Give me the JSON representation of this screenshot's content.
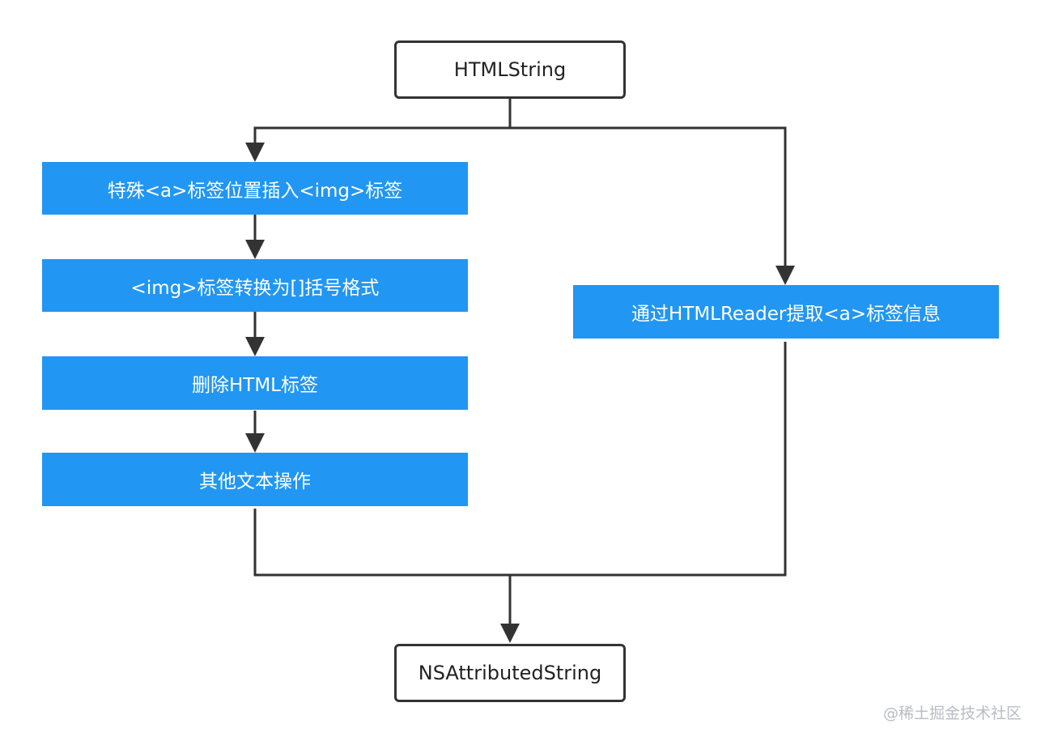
{
  "flowchart": {
    "start": "HTMLString",
    "left_branch": [
      "特殊<a>标签位置插入<img>标签",
      "<img>标签转换为[]括号格式",
      "删除HTML标签",
      "其他文本操作"
    ],
    "right_branch": [
      "通过HTMLReader提取<a>标签信息"
    ],
    "end": "NSAttributedString"
  },
  "colors": {
    "process_fill": "#2196f3",
    "terminal_border": "#333333",
    "connector": "#333333"
  },
  "watermark": "@稀土掘金技术社区"
}
